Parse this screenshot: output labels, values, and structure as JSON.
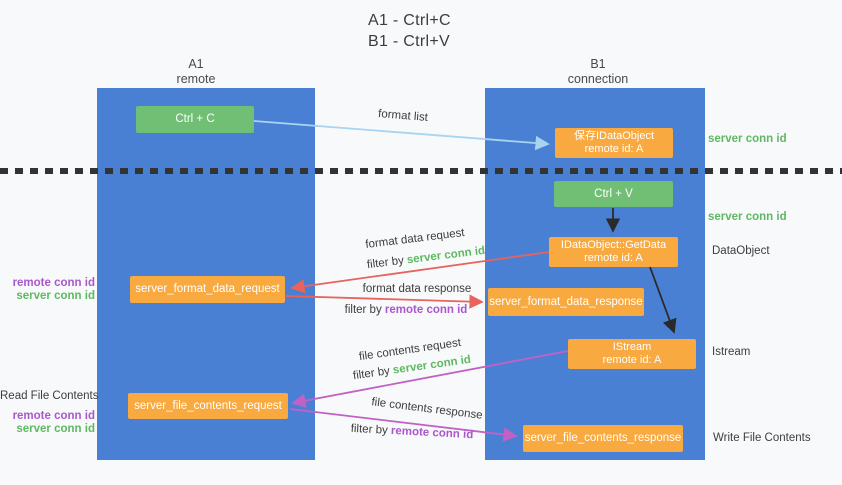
{
  "title": {
    "line1": "A1 - Ctrl+C",
    "line2": "B1 - Ctrl+V"
  },
  "column_a": {
    "name": "A1",
    "role": "remote"
  },
  "column_b": {
    "name": "B1",
    "role": "connection"
  },
  "nodes": {
    "ctrl_c": "Ctrl + C",
    "ctrl_v": "Ctrl + V",
    "save_obj": {
      "line1": "保存IDataObject",
      "line2": "remote id: A"
    },
    "getdata": {
      "line1": "IDataObject::GetData",
      "line2": "remote id: A"
    },
    "istream": {
      "line1": "IStream",
      "line2": "remote id: A"
    },
    "format_request": "server_format_data_request",
    "format_response": "server_format_data_response",
    "file_request": "server_file_contents_request",
    "file_response": "server_file_contents_response"
  },
  "flow_labels": {
    "format_list": "format list",
    "format_data_request": "format data request",
    "format_data_response": "format data response",
    "file_contents_request": "file contents request",
    "file_contents_response": "file contents response",
    "filter_by": "filter by ",
    "server_conn_id": "server conn id",
    "remote_conn_id": "remote conn id"
  },
  "side_labels": {
    "server_conn_id": "server conn id",
    "remote_conn_id": "remote conn id",
    "dataobject": "DataObject",
    "istream": "Istream",
    "read_file_contents": "Read File Contents",
    "write_file_contents": "Write File Contents"
  },
  "colors": {
    "bg": "#f8f9fa",
    "column-blue": "#4a80d4",
    "node-green": "#70bf74",
    "node-orange": "#f8a940",
    "arrow-blue": "#a8d4f0",
    "arrow-black": "#2a2a2a",
    "arrow-red": "#e7635b",
    "arrow-magenta": "#c161c6",
    "text-green": "#5eb962",
    "text-purple": "#a958cb",
    "text-dark": "#3d3d3d",
    "dash": "#333333"
  }
}
